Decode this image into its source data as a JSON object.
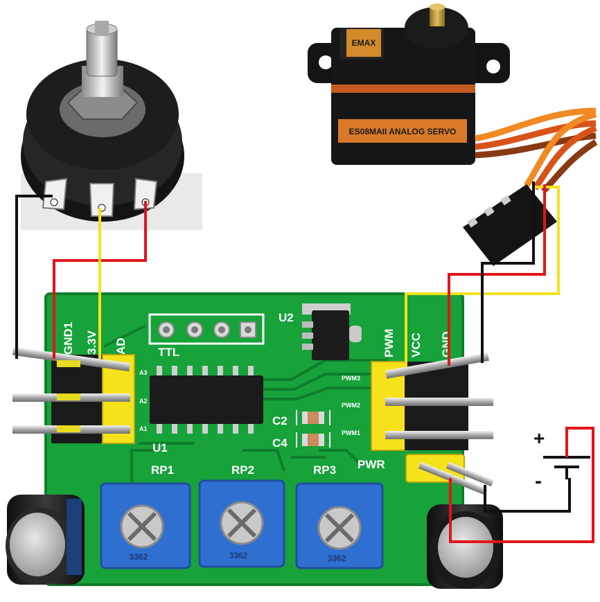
{
  "board": {
    "left_header": {
      "labels": [
        "GND1",
        "3.3V",
        "AD"
      ],
      "row_labels": [
        "A3",
        "A2",
        "A1"
      ]
    },
    "right_header": {
      "labels": [
        "PWM",
        "VCC",
        "GND"
      ],
      "row_labels": [
        "PWM3",
        "PWM2",
        "PWM1"
      ]
    },
    "ttl_label": "TTL",
    "u1_label": "U1",
    "u2_label": "U2",
    "c2_label": "C2",
    "c4_label": "C4",
    "pwr_label": "PWR",
    "pots": [
      {
        "label": "RP1",
        "code": "3362"
      },
      {
        "label": "RP2",
        "code": "3362"
      },
      {
        "label": "RP3",
        "code": "3362"
      }
    ]
  },
  "servo": {
    "label": "ES08MAII ANALOG SERVO",
    "brand": "EMAX"
  },
  "battery": {
    "plus": "+",
    "minus": "-"
  },
  "colors": {
    "pcb": "#17a23a",
    "pcb_dark": "#0f7d2b",
    "wire_red": "#e3131b",
    "wire_black": "#111111",
    "wire_yellow": "#f2e21c",
    "pot_blue": "#2f6fd0",
    "header_yellow": "#f5e21a"
  },
  "icons": [
    "potentiometer-icon",
    "servo-motor-icon",
    "battery-icon",
    "capacitor-icon",
    "ic-chip-icon",
    "regulator-icon"
  ]
}
